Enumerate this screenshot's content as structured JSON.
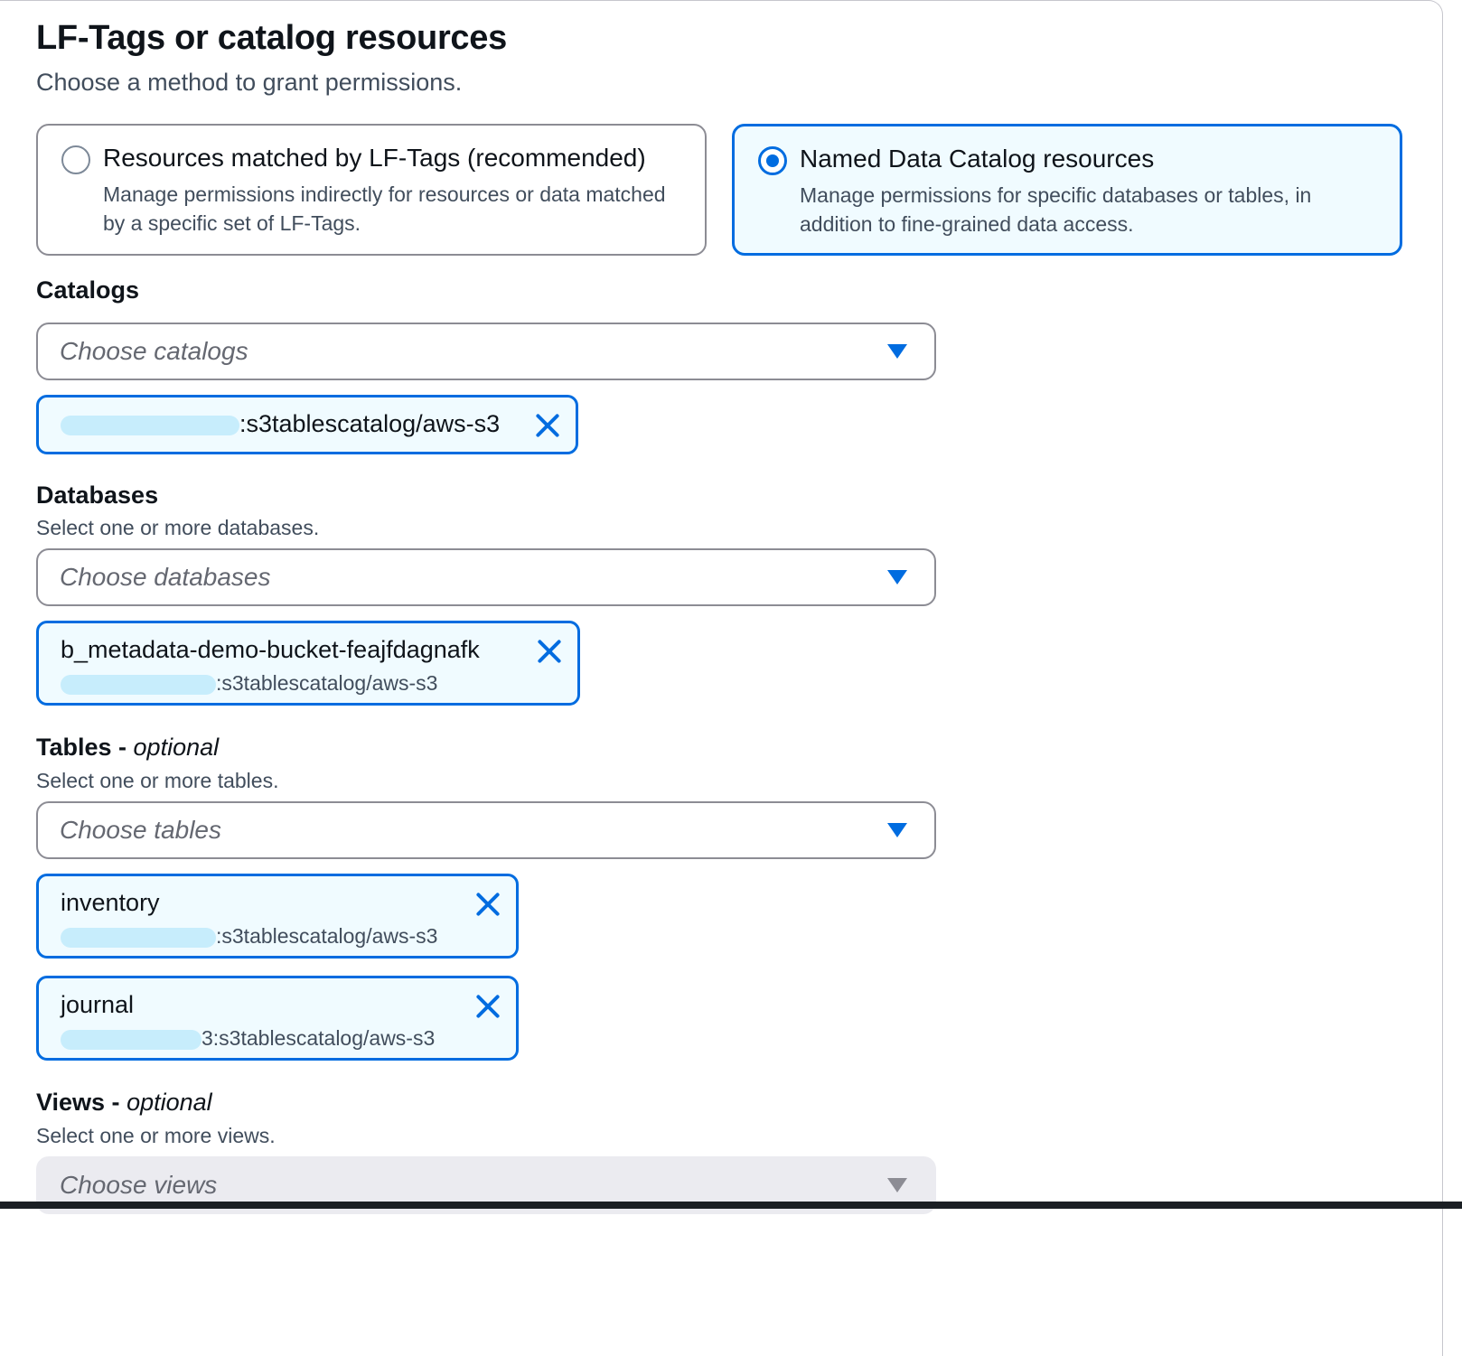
{
  "section": {
    "title": "LF-Tags or catalog resources",
    "description": "Choose a method to grant permissions."
  },
  "methods": [
    {
      "title": "Resources matched by LF-Tags (recommended)",
      "description": "Manage permissions indirectly for resources or data matched by a specific set of LF-Tags.",
      "selected": false
    },
    {
      "title": "Named Data Catalog resources",
      "description": "Manage permissions for specific databases or tables, in addition to fine-grained data access.",
      "selected": true
    }
  ],
  "catalogs": {
    "label": "Catalogs",
    "placeholder": "Choose catalogs",
    "tokens": [
      {
        "subtitle": ":s3tablescatalog/aws-s3"
      }
    ]
  },
  "databases": {
    "label": "Databases",
    "description": "Select one or more databases.",
    "placeholder": "Choose databases",
    "tokens": [
      {
        "title": "b_metadata-demo-bucket-feajfdagnafk",
        "subtitle": ":s3tablescatalog/aws-s3"
      }
    ]
  },
  "tables": {
    "label": "Tables - ",
    "optional": "optional",
    "description": "Select one or more tables.",
    "placeholder": "Choose tables",
    "tokens": [
      {
        "title": "inventory",
        "subtitle": ":s3tablescatalog/aws-s3"
      },
      {
        "title": "journal",
        "subtitle": "3:s3tablescatalog/aws-s3"
      }
    ]
  },
  "views": {
    "label": "Views - ",
    "optional": "optional",
    "description": "Select one or more views.",
    "placeholder": "Choose views",
    "disabled": true
  },
  "colors": {
    "accent": "#006ce0",
    "selected_background": "#f0fbff",
    "border": "#8c8c94",
    "secondary_text": "#414d5c"
  },
  "icons": {
    "dropdown": "caret-down-icon",
    "remove": "close-icon",
    "radio": "radio-icon"
  }
}
